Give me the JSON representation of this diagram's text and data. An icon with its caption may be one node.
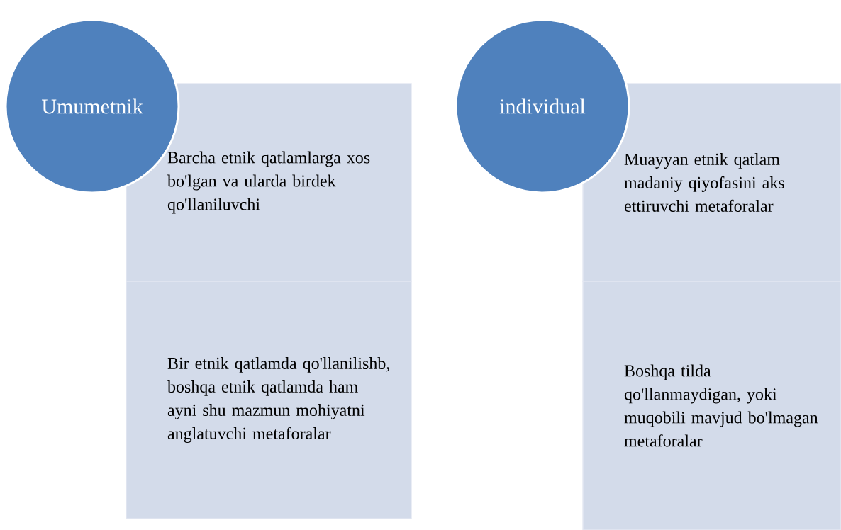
{
  "diagram": {
    "nodes": [
      {
        "text": [
          "Umumetnik"
        ]
      },
      {
        "text": [
          "Barcha etnik qatlamlarga xos bo'lgan va ularda birdek qo'llaniluvchi"
        ]
      },
      {
        "text": [
          "Bir etnik qatlamda qo'llanilishb, boshqa etnik qatlamda ham ayni shu mazmun mohiyatni anglatuvchi metaforalar"
        ]
      },
      {
        "text": [
          "individual"
        ]
      },
      {
        "text": [
          "Muayyan etnik qatlam madaniy qiyofasini aks ettiruvchi metaforalar"
        ]
      },
      {
        "text": [
          "Boshqa tilda qo'llanmaydigan, yoki muqobili mavjud bo'lmagan metaforalar"
        ]
      }
    ]
  }
}
